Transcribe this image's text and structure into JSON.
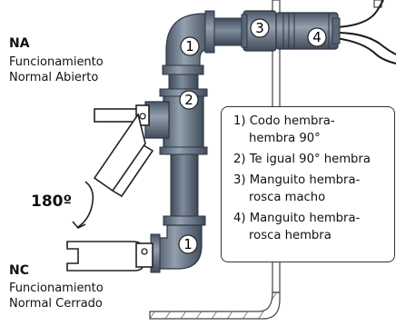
{
  "modes": {
    "na": {
      "code": "NA",
      "line1": "Funcionamiento",
      "line2": "Normal Abierto"
    },
    "nc": {
      "code": "NC",
      "line1": "Funcionamiento",
      "line2": "Normal Cerrado"
    }
  },
  "rotation_label": "180º",
  "part_markers": [
    "1",
    "2",
    "3",
    "4",
    "1"
  ],
  "legend": [
    {
      "line1": "1) Codo hembra-",
      "line2": "hembra 90°"
    },
    {
      "line1": "2) Te igual 90° hembra"
    },
    {
      "line1": "3) Manguito hembra-",
      "line2": "rosca macho"
    },
    {
      "line1": "4) Manguito hembra-",
      "line2": "rosca hembra"
    }
  ]
}
